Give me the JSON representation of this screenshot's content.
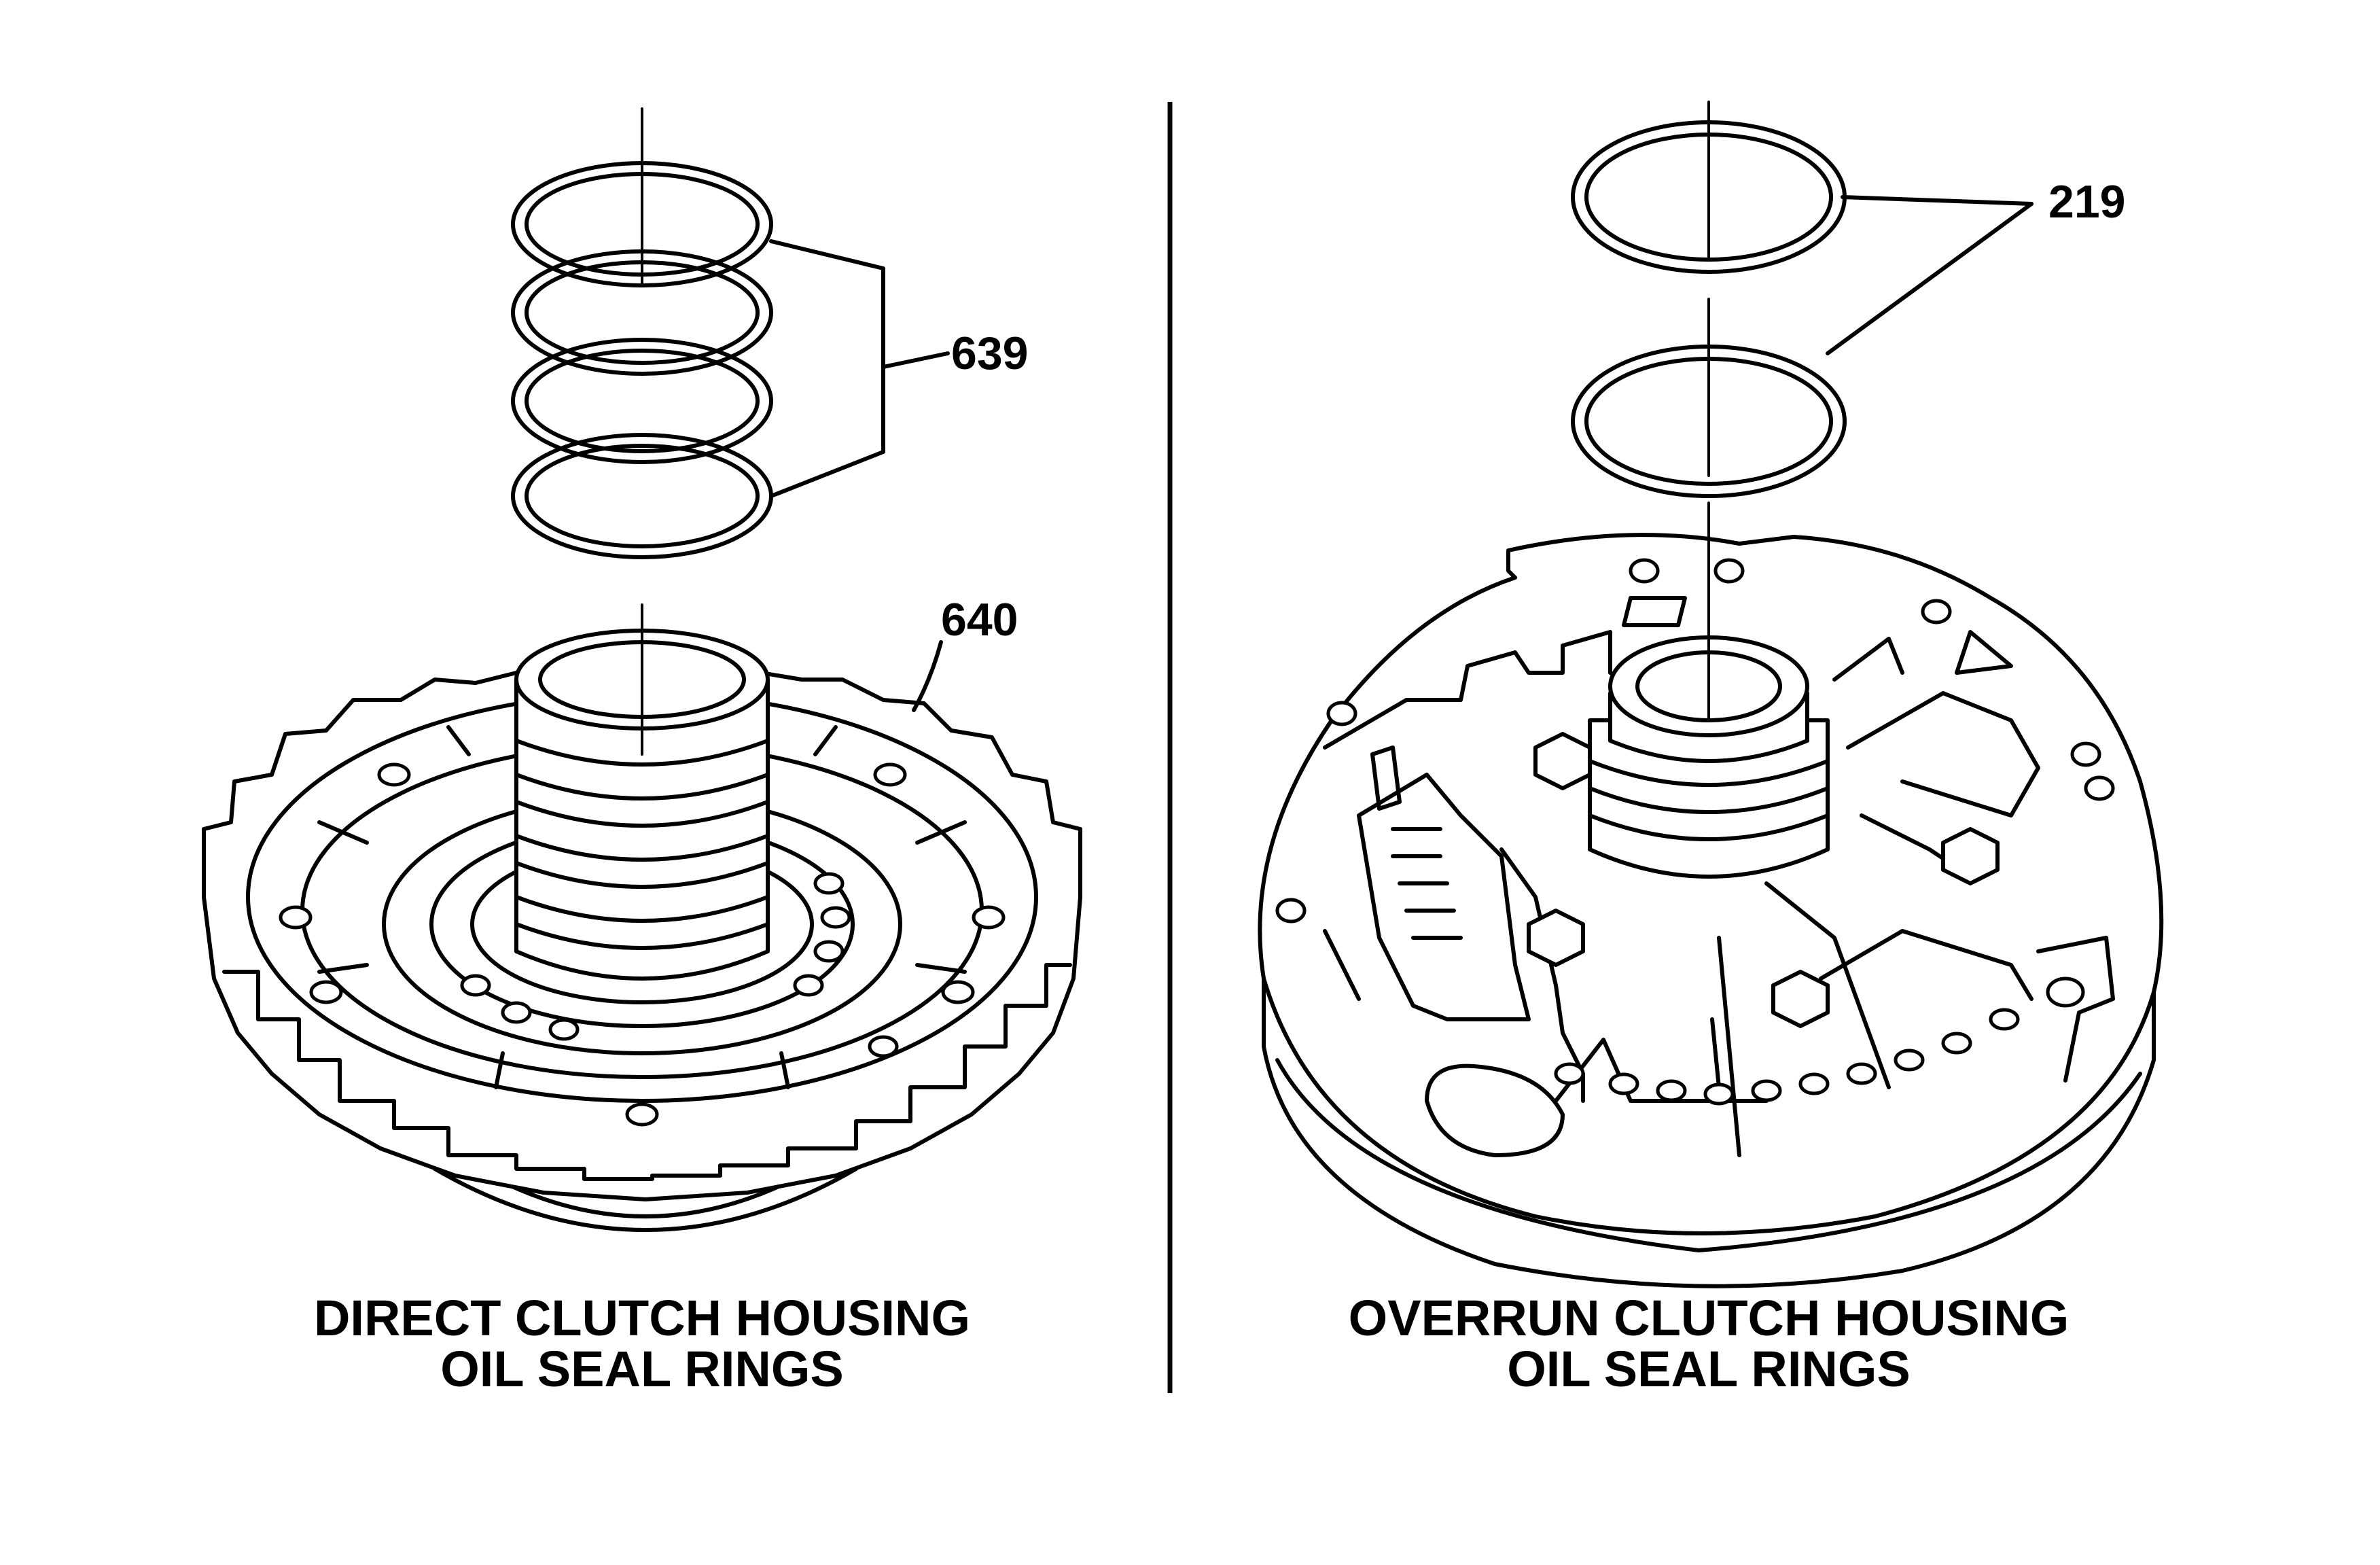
{
  "left_panel": {
    "caption_line1": "DIRECT CLUTCH HOUSING",
    "caption_line2": "OIL SEAL RINGS",
    "callout_rings": "639",
    "callout_housing": "640"
  },
  "right_panel": {
    "caption_line1": "OVERRUN CLUTCH HOUSING",
    "caption_line2": "OIL SEAL RINGS",
    "callout_rings": "219"
  }
}
